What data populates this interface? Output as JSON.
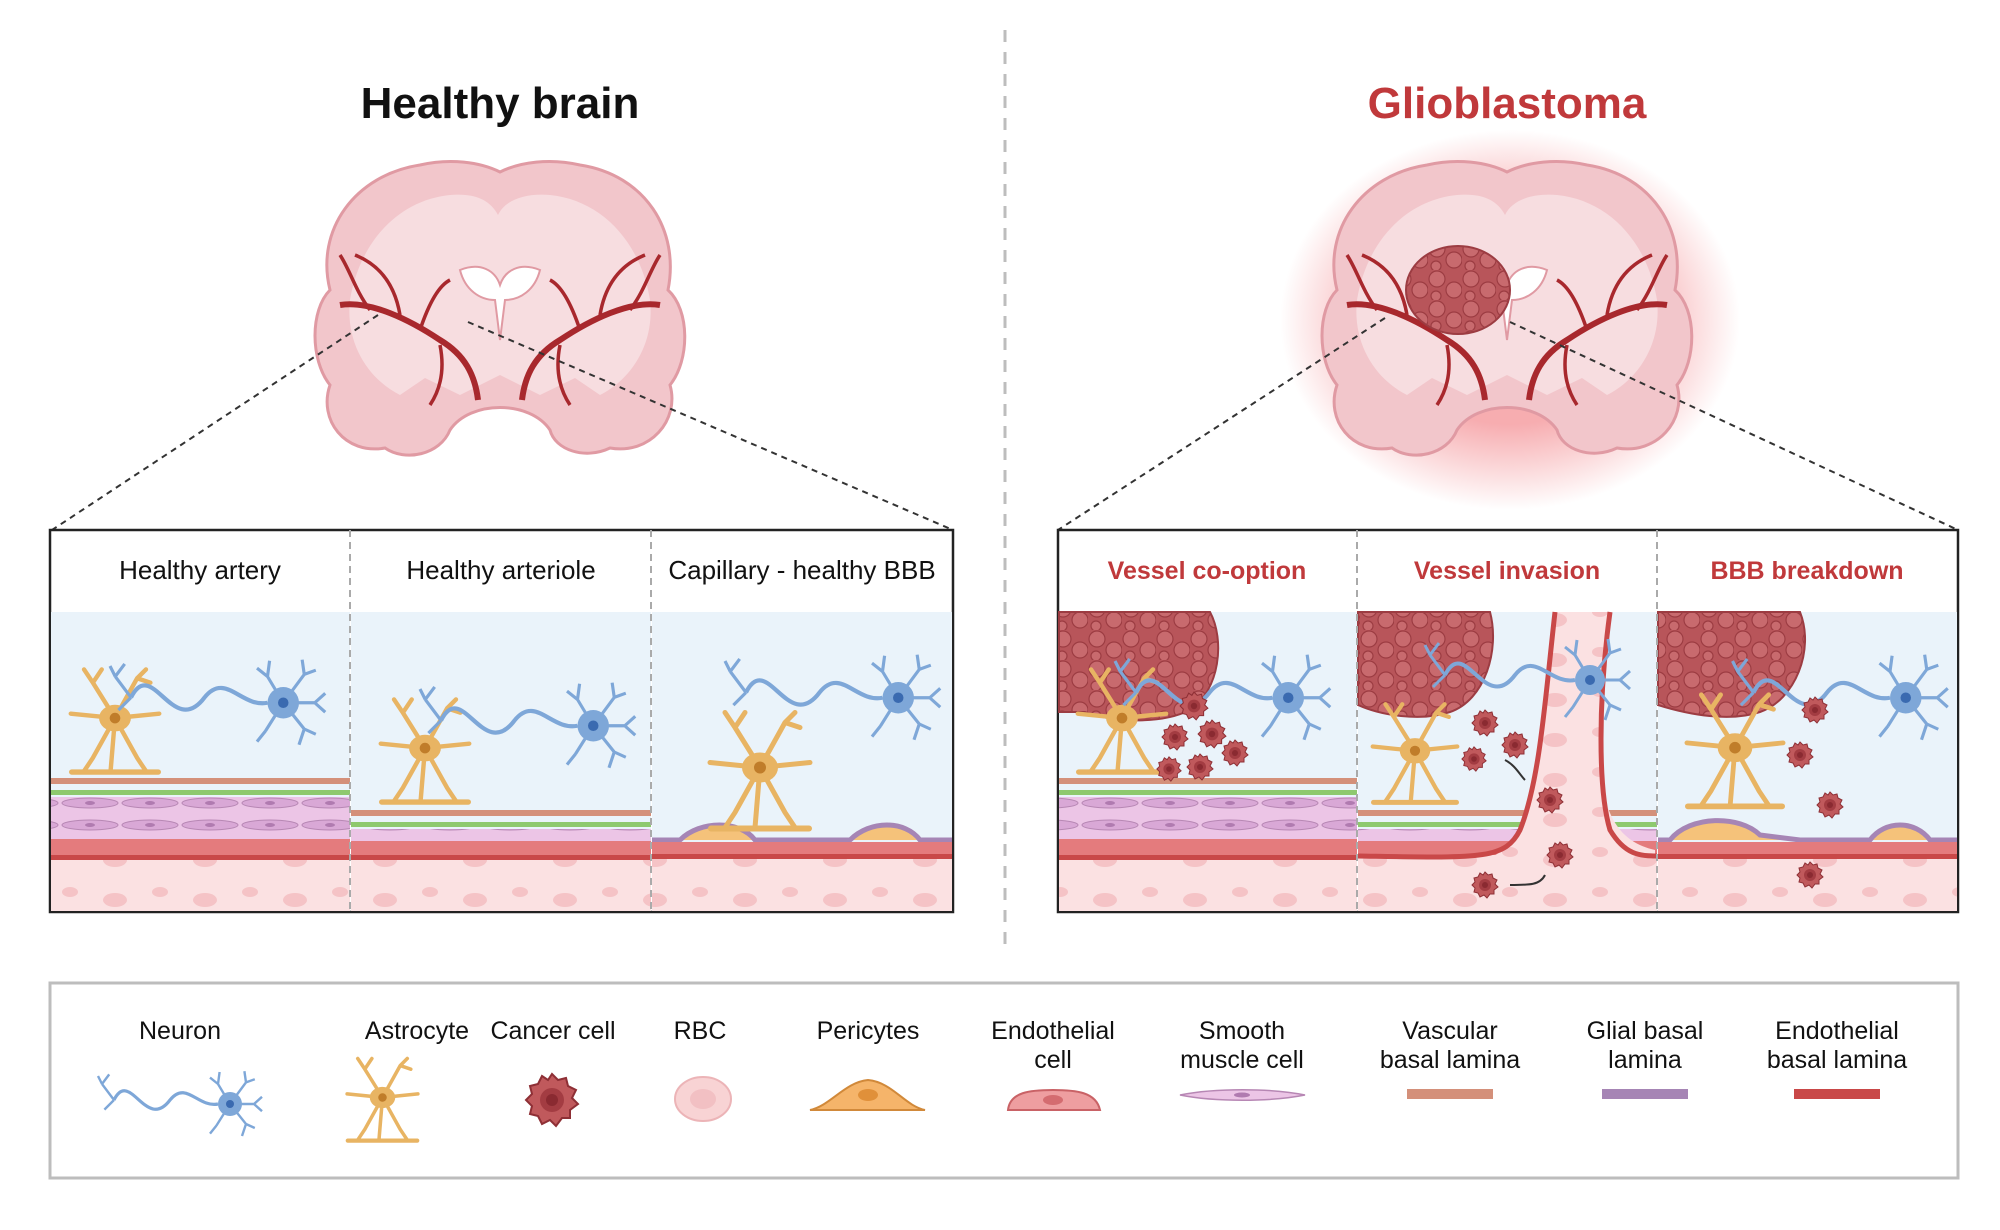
{
  "titles": {
    "healthy": "Healthy brain",
    "tumor": "Glioblastoma"
  },
  "healthy_panels": [
    "Healthy artery",
    "Healthy arteriole",
    "Capillary - healthy BBB"
  ],
  "tumor_panels": [
    "Vessel co-option",
    "Vessel invasion",
    "BBB breakdown"
  ],
  "legend": [
    {
      "line1": "Neuron",
      "line2": "",
      "icon": "neuron-icon"
    },
    {
      "line1": "Astrocyte",
      "line2": "",
      "icon": "astrocyte-icon"
    },
    {
      "line1": "Cancer cell",
      "line2": "",
      "icon": "cancer-cell-icon"
    },
    {
      "line1": "RBC",
      "line2": "",
      "icon": "rbc-icon"
    },
    {
      "line1": "Pericytes",
      "line2": "",
      "icon": "pericyte-icon"
    },
    {
      "line1": "Endothelial",
      "line2": "cell",
      "icon": "endothelial-cell-icon"
    },
    {
      "line1": "Smooth",
      "line2": "muscle cell",
      "icon": "smooth-muscle-cell-icon"
    },
    {
      "line1": "Vascular",
      "line2": "basal lamina",
      "icon": "vascular-basal-lamina-icon"
    },
    {
      "line1": "Glial basal",
      "line2": "lamina",
      "icon": "glial-basal-lamina-icon"
    },
    {
      "line1": "Endothelial",
      "line2": "basal lamina",
      "icon": "endothelial-basal-lamina-icon"
    }
  ],
  "colors": {
    "tumor_title": "#c0393b",
    "brain_fill": "#f2c6cb",
    "vessel": "#a8282d",
    "neuron": "#7ea7d8",
    "astrocyte": "#e8b463",
    "cancer": "#c0595c",
    "vascular_lamina": "#d4907a",
    "glial_lamina": "#a685b5",
    "endothelial_lamina": "#c94848",
    "smooth_muscle": "#d9a8d6"
  }
}
